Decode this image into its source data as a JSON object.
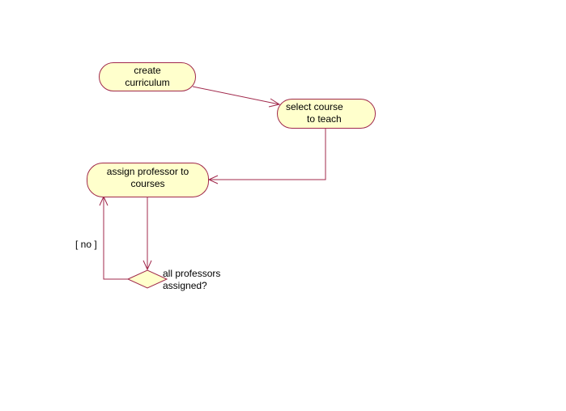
{
  "diagram": {
    "colors": {
      "stroke": "#a0284b",
      "fill": "#ffffcc",
      "text": "#000000",
      "background": "#ffffff"
    },
    "activities": {
      "create_curriculum": {
        "line1": "create",
        "line2": "curriculum"
      },
      "select_course": {
        "line1": "select course",
        "line2": "to teach"
      },
      "assign_professor": {
        "line1": "assign professor to",
        "line2": "courses"
      }
    },
    "decision": {
      "line1": "all professors",
      "line2": "assigned?"
    },
    "guard_no": "[ no ]"
  }
}
